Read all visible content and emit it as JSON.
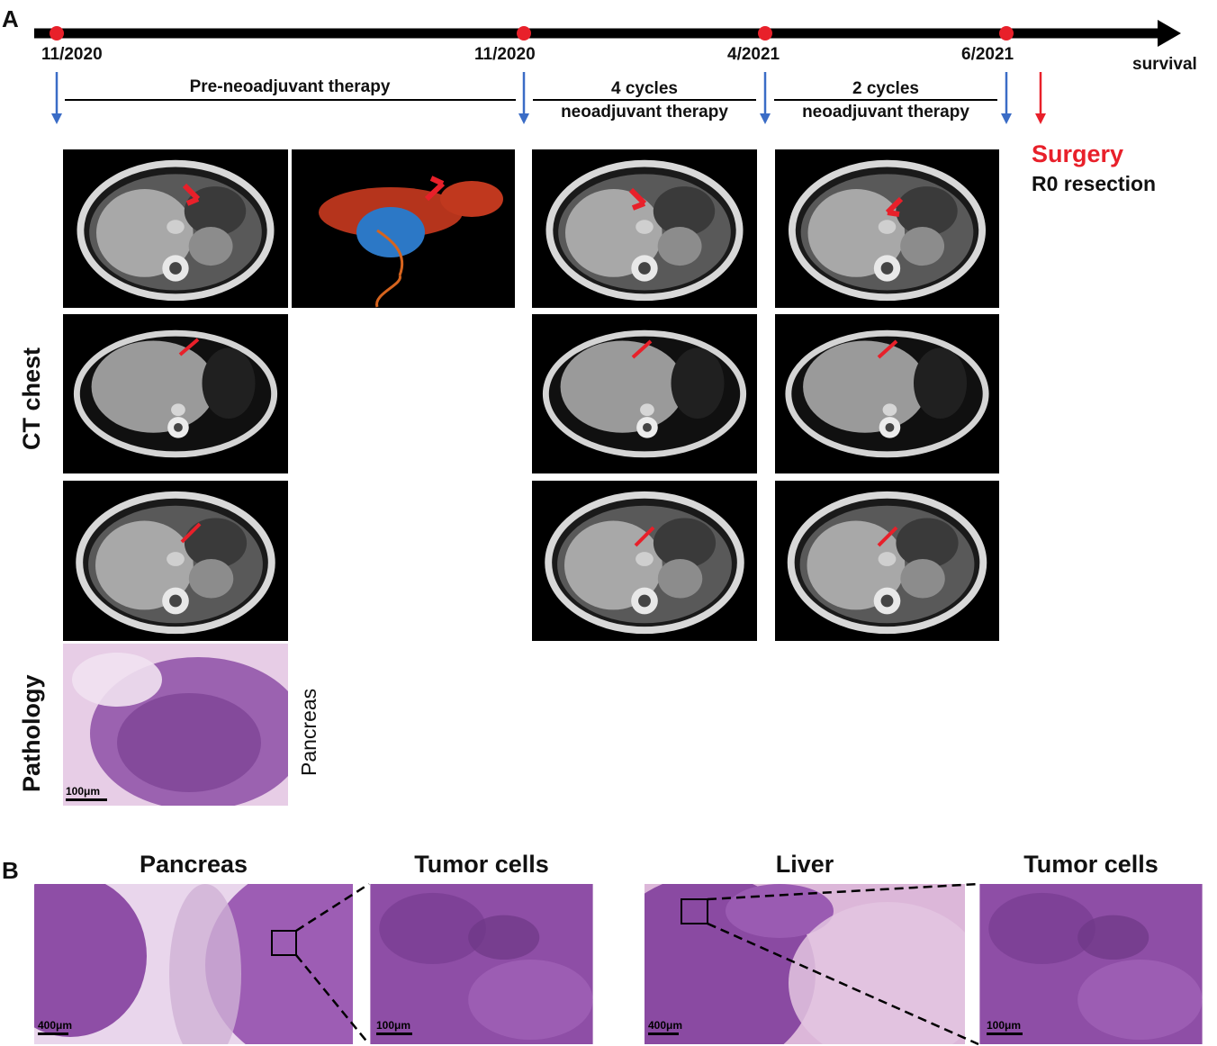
{
  "panel_a": {
    "label": "A",
    "timeline": {
      "end_label": "survival",
      "dates": [
        "11/2020",
        "11/2020",
        "4/2021",
        "6/2021"
      ],
      "phases": [
        {
          "line1": "Pre-neoadjuvant therapy",
          "line2": ""
        },
        {
          "line1": "4 cycles",
          "line2": "neoadjuvant therapy"
        },
        {
          "line1": "2 cycles",
          "line2": "neoadjuvant therapy"
        }
      ],
      "outcome_title": "Surgery",
      "outcome_detail": "R0 resection"
    },
    "row_labels": {
      "ct": "CT chest",
      "pathology": "Pathology"
    },
    "pathology": {
      "side_label": "Pancreas",
      "scale": "100μm"
    }
  },
  "panel_b": {
    "label": "B",
    "titles": [
      "Pancreas",
      "Tumor cells",
      "Liver",
      "Tumor cells"
    ],
    "scales": [
      "400μm",
      "100μm",
      "400μm",
      "100μm"
    ]
  },
  "colors": {
    "timeline_dot": "#e8202a",
    "surgery": "#e8202a",
    "down_arrow": "#3a6cc6",
    "ct_arrow": "#e8202a",
    "he_stain": "#8a4a9e"
  }
}
